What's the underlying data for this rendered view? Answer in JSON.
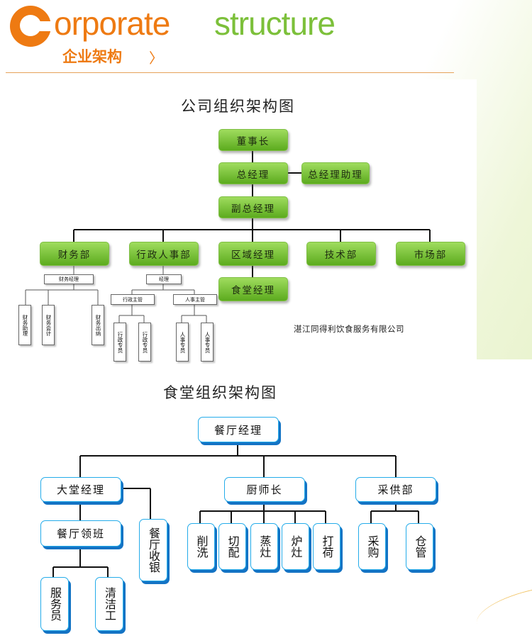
{
  "header": {
    "logo_letter": "C",
    "title_part1": "orporate",
    "title_part2": "structure",
    "subtitle_cn": "企业架构",
    "arrow": "〉"
  },
  "company_chart": {
    "title": "公司组织架构图",
    "chairman": "董事长",
    "gm": "总经理",
    "gm_assistant": "总经理助理",
    "deputy_gm": "副总经理",
    "departments": [
      "财务部",
      "行政人事部",
      "区域经理",
      "技术部",
      "市场部"
    ],
    "canteen_manager": "食堂经理",
    "finance_manager": "财务经理",
    "finance_staff": [
      "财务助理",
      "财务会计",
      "财务出纳"
    ],
    "hr_manager": "经理",
    "admin_supervisor": "行政主管",
    "personnel_supervisor": "人事主管",
    "admin_staff": [
      "行政专员",
      "行政专员"
    ],
    "personnel_staff": [
      "人事专员",
      "人事专员"
    ],
    "company_name": "湛江同得利饮食服务有限公司"
  },
  "canteen_chart": {
    "title": "食堂组织架构图",
    "restaurant_manager": "餐厅经理",
    "lobby_manager": "大堂经理",
    "head_chef": "厨师长",
    "purchasing_dept": "采供部",
    "restaurant_lead": "餐厅领班",
    "cashier": "餐厅收银",
    "waiter": "服务员",
    "cleaner": "清洁工",
    "kitchen_staff": [
      "削洗",
      "切配",
      "蒸灶",
      "炉灶",
      "打荷"
    ],
    "purchase_staff": [
      "采购",
      "仓管"
    ]
  }
}
